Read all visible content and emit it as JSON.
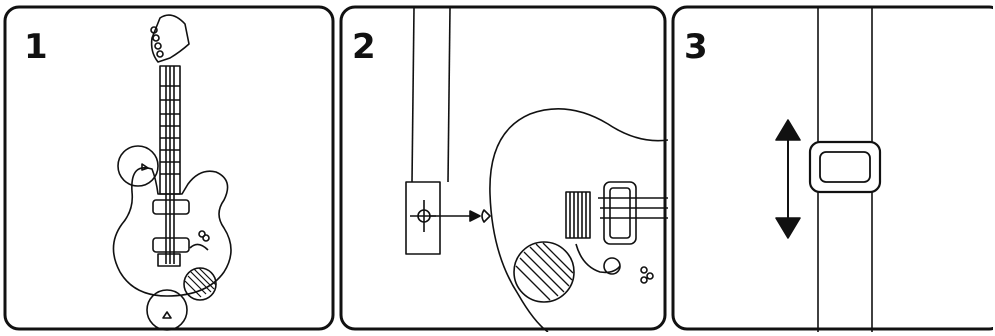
{
  "steps": [
    {
      "number": "1"
    },
    {
      "number": "2"
    },
    {
      "number": "3"
    }
  ],
  "colors": {
    "ink": "#111111",
    "paper": "#ffffff"
  }
}
